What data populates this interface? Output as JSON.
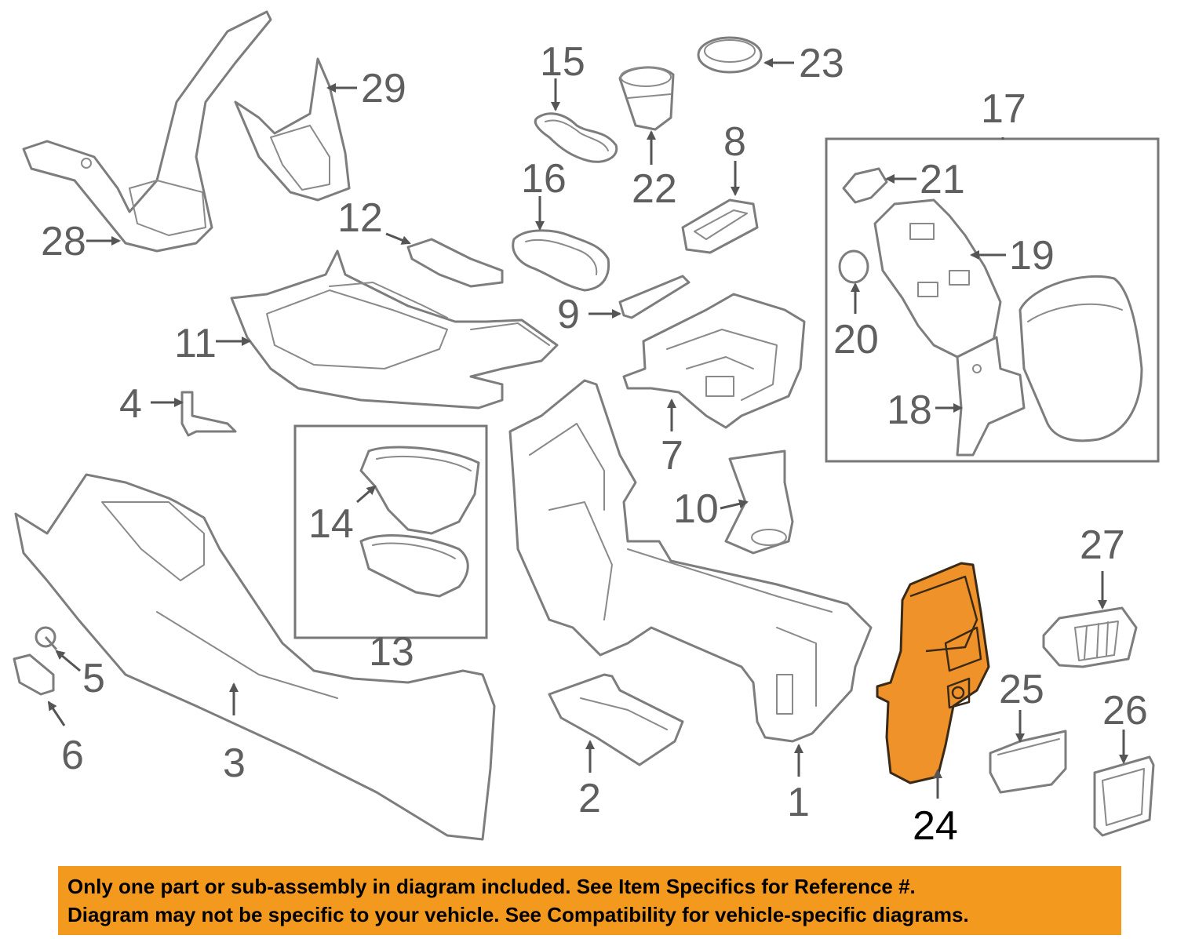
{
  "diagram": {
    "callouts": {
      "c1": "1",
      "c2": "2",
      "c3": "3",
      "c4": "4",
      "c5": "5",
      "c6": "6",
      "c7": "7",
      "c8": "8",
      "c9": "9",
      "c10": "10",
      "c11": "11",
      "c12": "12",
      "c13": "13",
      "c14": "14",
      "c15": "15",
      "c16": "16",
      "c17": "17",
      "c18": "18",
      "c19": "19",
      "c20": "20",
      "c21": "21",
      "c22": "22",
      "c23": "23",
      "c24": "24",
      "c25": "25",
      "c26": "26",
      "c27": "27",
      "c28": "28",
      "c29": "29"
    },
    "highlighted_part": "24",
    "colors": {
      "highlight_fill": "#f0922a",
      "banner_bg": "#f39a1e",
      "line": "#7d7d7d"
    }
  },
  "banner": {
    "line1": "Only one part or sub-assembly in diagram included. See Item Specifics for Reference #.",
    "line2": "Diagram may not be specific to your vehicle. See Compatibility for vehicle-specific diagrams."
  }
}
